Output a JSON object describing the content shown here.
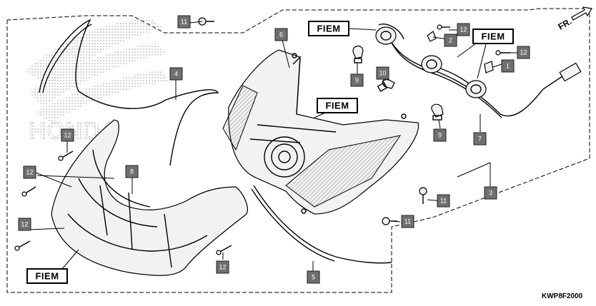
{
  "diagram": {
    "code": "KWP8F2000",
    "direction_label": "FR.",
    "brand_watermark": "HONDA",
    "fiem_labels": [
      "FIEM",
      "FIEM",
      "FIEM",
      "FIEM"
    ],
    "callouts": [
      {
        "id": "c1",
        "text": "1"
      },
      {
        "id": "c2",
        "text": "2"
      },
      {
        "id": "c3",
        "text": "3"
      },
      {
        "id": "c4",
        "text": "4"
      },
      {
        "id": "c5",
        "text": "5"
      },
      {
        "id": "c6",
        "text": "6"
      },
      {
        "id": "c7",
        "text": "7"
      },
      {
        "id": "c8",
        "text": "8"
      },
      {
        "id": "c9a",
        "text": "9"
      },
      {
        "id": "c9b",
        "text": "9"
      },
      {
        "id": "c10",
        "text": "10"
      },
      {
        "id": "c11a",
        "text": "11"
      },
      {
        "id": "c11b",
        "text": "11"
      },
      {
        "id": "c11c",
        "text": "11"
      },
      {
        "id": "c12a",
        "text": "12"
      },
      {
        "id": "c12b",
        "text": "12"
      },
      {
        "id": "c12c",
        "text": "12"
      },
      {
        "id": "c12d",
        "text": "12"
      },
      {
        "id": "c12e",
        "text": "12"
      },
      {
        "id": "c12f",
        "text": "12"
      }
    ]
  }
}
